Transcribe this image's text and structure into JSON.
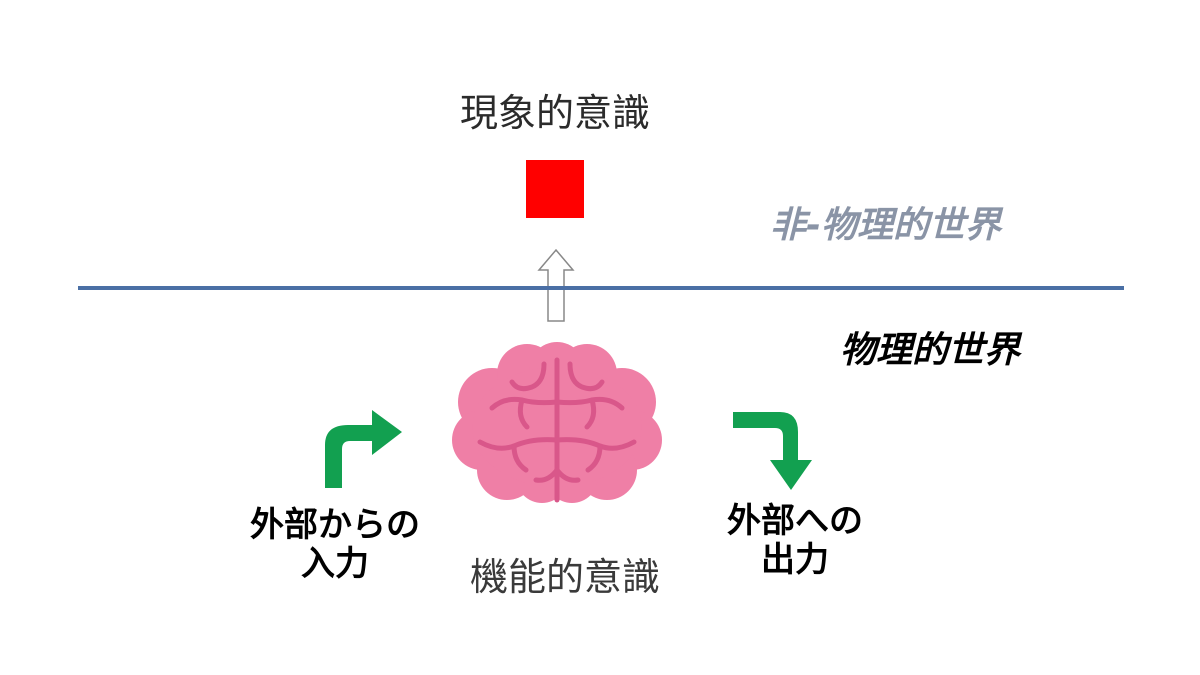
{
  "labels": {
    "phenomenal": "現象的意識",
    "non_physical": "非-物理的世界",
    "physical": "物理的世界",
    "functional": "機能的意識",
    "input_line1": "外部からの",
    "input_line2": "入力",
    "output_line1": "外部への",
    "output_line2": "出力"
  },
  "colors": {
    "square": "#ff0000",
    "divider": "#4a6fa5",
    "brain_fill": "#ef7fa6",
    "brain_line": "#d9578a",
    "green_arrow": "#12a050",
    "hollow_arrow_stroke": "#888888"
  },
  "icons": {
    "square": "red-square-icon",
    "brain": "brain-icon",
    "up_arrow": "hollow-up-arrow-icon",
    "input_arrow": "green-turn-right-arrow-icon",
    "output_arrow": "green-turn-down-arrow-icon"
  }
}
